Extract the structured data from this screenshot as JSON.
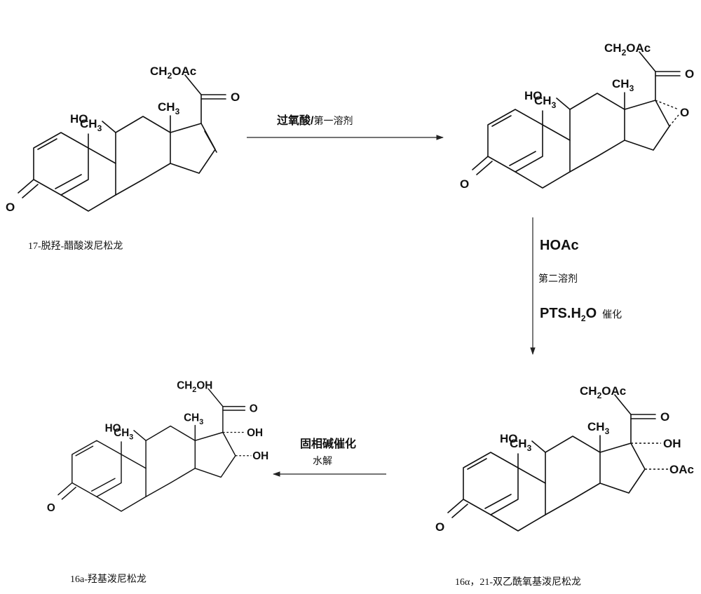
{
  "molecules": {
    "m1": {
      "caption": "17-脱羟-醋酸泼尼松龙",
      "labels": {
        "side_chain": "CH",
        "side_chain_sub": "2",
        "side_chain_tail": "OAc",
        "carbonyl_o": "O",
        "methyl_13": "CH",
        "methyl_13_sub": "3",
        "hydroxy_11": "HO",
        "methyl_10": "CH",
        "methyl_10_sub": "3",
        "ketone_3": "O"
      }
    },
    "m2": {
      "caption": "",
      "labels": {
        "side_chain": "CH",
        "side_chain_sub": "2",
        "side_chain_tail": "OAc",
        "carbonyl_o": "O",
        "methyl_13": "CH",
        "methyl_13_sub": "3",
        "hydroxy_11": "HO",
        "methyl_10": "CH",
        "methyl_10_sub": "3",
        "ketone_3": "O",
        "epoxide_o": "O"
      }
    },
    "m3": {
      "caption": "16α，21-双乙酰氧基泼尼松龙",
      "labels": {
        "side_chain": "CH",
        "side_chain_sub": "2",
        "side_chain_tail": "OAc",
        "carbonyl_o": "O",
        "methyl_13": "CH",
        "methyl_13_sub": "3",
        "hydroxy_11": "HO",
        "methyl_10": "CH",
        "methyl_10_sub": "3",
        "ketone_3": "O",
        "oh_17": "OH",
        "oac_16": "OAc"
      }
    },
    "m4": {
      "caption": "16a-羟基泼尼松龙",
      "labels": {
        "side_chain": "CH",
        "side_chain_sub": "2",
        "side_chain_tail": "OH",
        "carbonyl_o": "O",
        "methyl_13": "CH",
        "methyl_13_sub": "3",
        "hydroxy_11": "HO",
        "methyl_10": "CH",
        "methyl_10_sub": "3",
        "ketone_3": "O",
        "oh_17": "OH",
        "oh_16": "OH"
      }
    }
  },
  "arrows": {
    "a1": {
      "reagent_bold": "过氧酸/",
      "reagent_rest": "第一溶剂"
    },
    "a2": {
      "reagent_1": "HOAc",
      "reagent_2": "第二溶剂",
      "reagent_3_main": "PTS.H",
      "reagent_3_sub": "2",
      "reagent_3_tail": "O",
      "reagent_3_note": "催化"
    },
    "a3": {
      "reagent_1": "固相碱催化",
      "reagent_2": "水解"
    }
  }
}
